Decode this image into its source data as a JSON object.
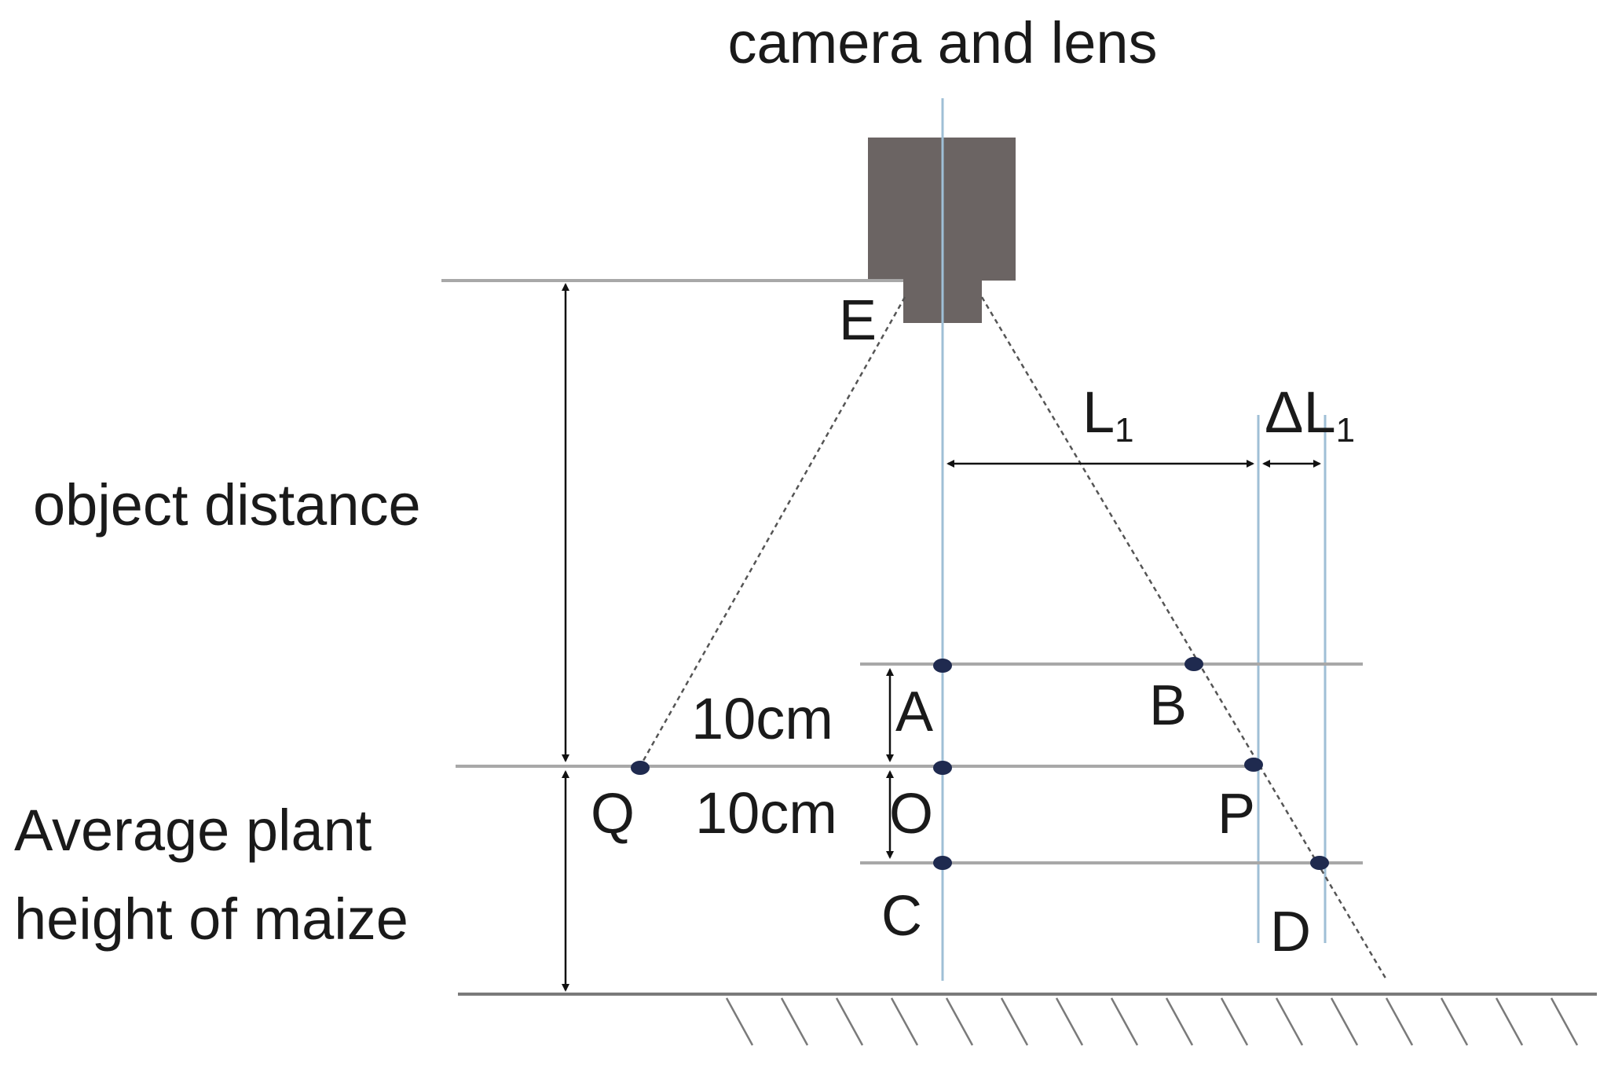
{
  "colors": {
    "camera_body": "#6b6463",
    "axis_line": "#9fbfd6",
    "gray_line": "#a8a8a8",
    "point": "#1f2a4f",
    "text": "#1a1a1a"
  },
  "labels": {
    "camera": "camera and lens",
    "object_distance": "object distance",
    "plant_height_line1": "Average plant",
    "plant_height_line2": "height of maize",
    "dist_upper": "10cm",
    "dist_lower": "10cm",
    "L1_main": "L",
    "L1_sub": "1",
    "dL1_delta": "Δ",
    "dL1_main": "L",
    "dL1_sub": "1"
  },
  "points": {
    "E": "E",
    "A": "A",
    "B": "B",
    "Q": "Q",
    "O": "O",
    "P": "P",
    "C": "C",
    "D": "D"
  }
}
